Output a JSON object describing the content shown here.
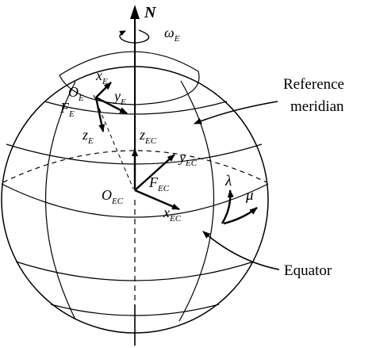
{
  "labels": {
    "north": {
      "main": "N",
      "sub": ""
    },
    "omega": {
      "main": "ω",
      "sub": "E"
    },
    "x_e": {
      "main": "x",
      "sub": "E"
    },
    "o_e": {
      "main": "O",
      "sub": "E"
    },
    "y_e": {
      "main": "y",
      "sub": "E"
    },
    "f_e": {
      "main": "F",
      "sub": "E"
    },
    "z_e": {
      "main": "z",
      "sub": "E"
    },
    "z_ec": {
      "main": "z",
      "sub": "EC"
    },
    "y_ec": {
      "main": "y",
      "sub": "EC"
    },
    "f_ec": {
      "main": "F",
      "sub": "EC"
    },
    "o_ec": {
      "main": "O",
      "sub": "EC"
    },
    "x_ec": {
      "main": "x",
      "sub": "EC"
    },
    "lambda": {
      "main": "λ",
      "sub": ""
    },
    "mu": {
      "main": "μ",
      "sub": ""
    }
  },
  "callouts": {
    "reference_meridian": {
      "line1": "Reference",
      "line2": "meridian"
    },
    "equator": "Equator"
  }
}
